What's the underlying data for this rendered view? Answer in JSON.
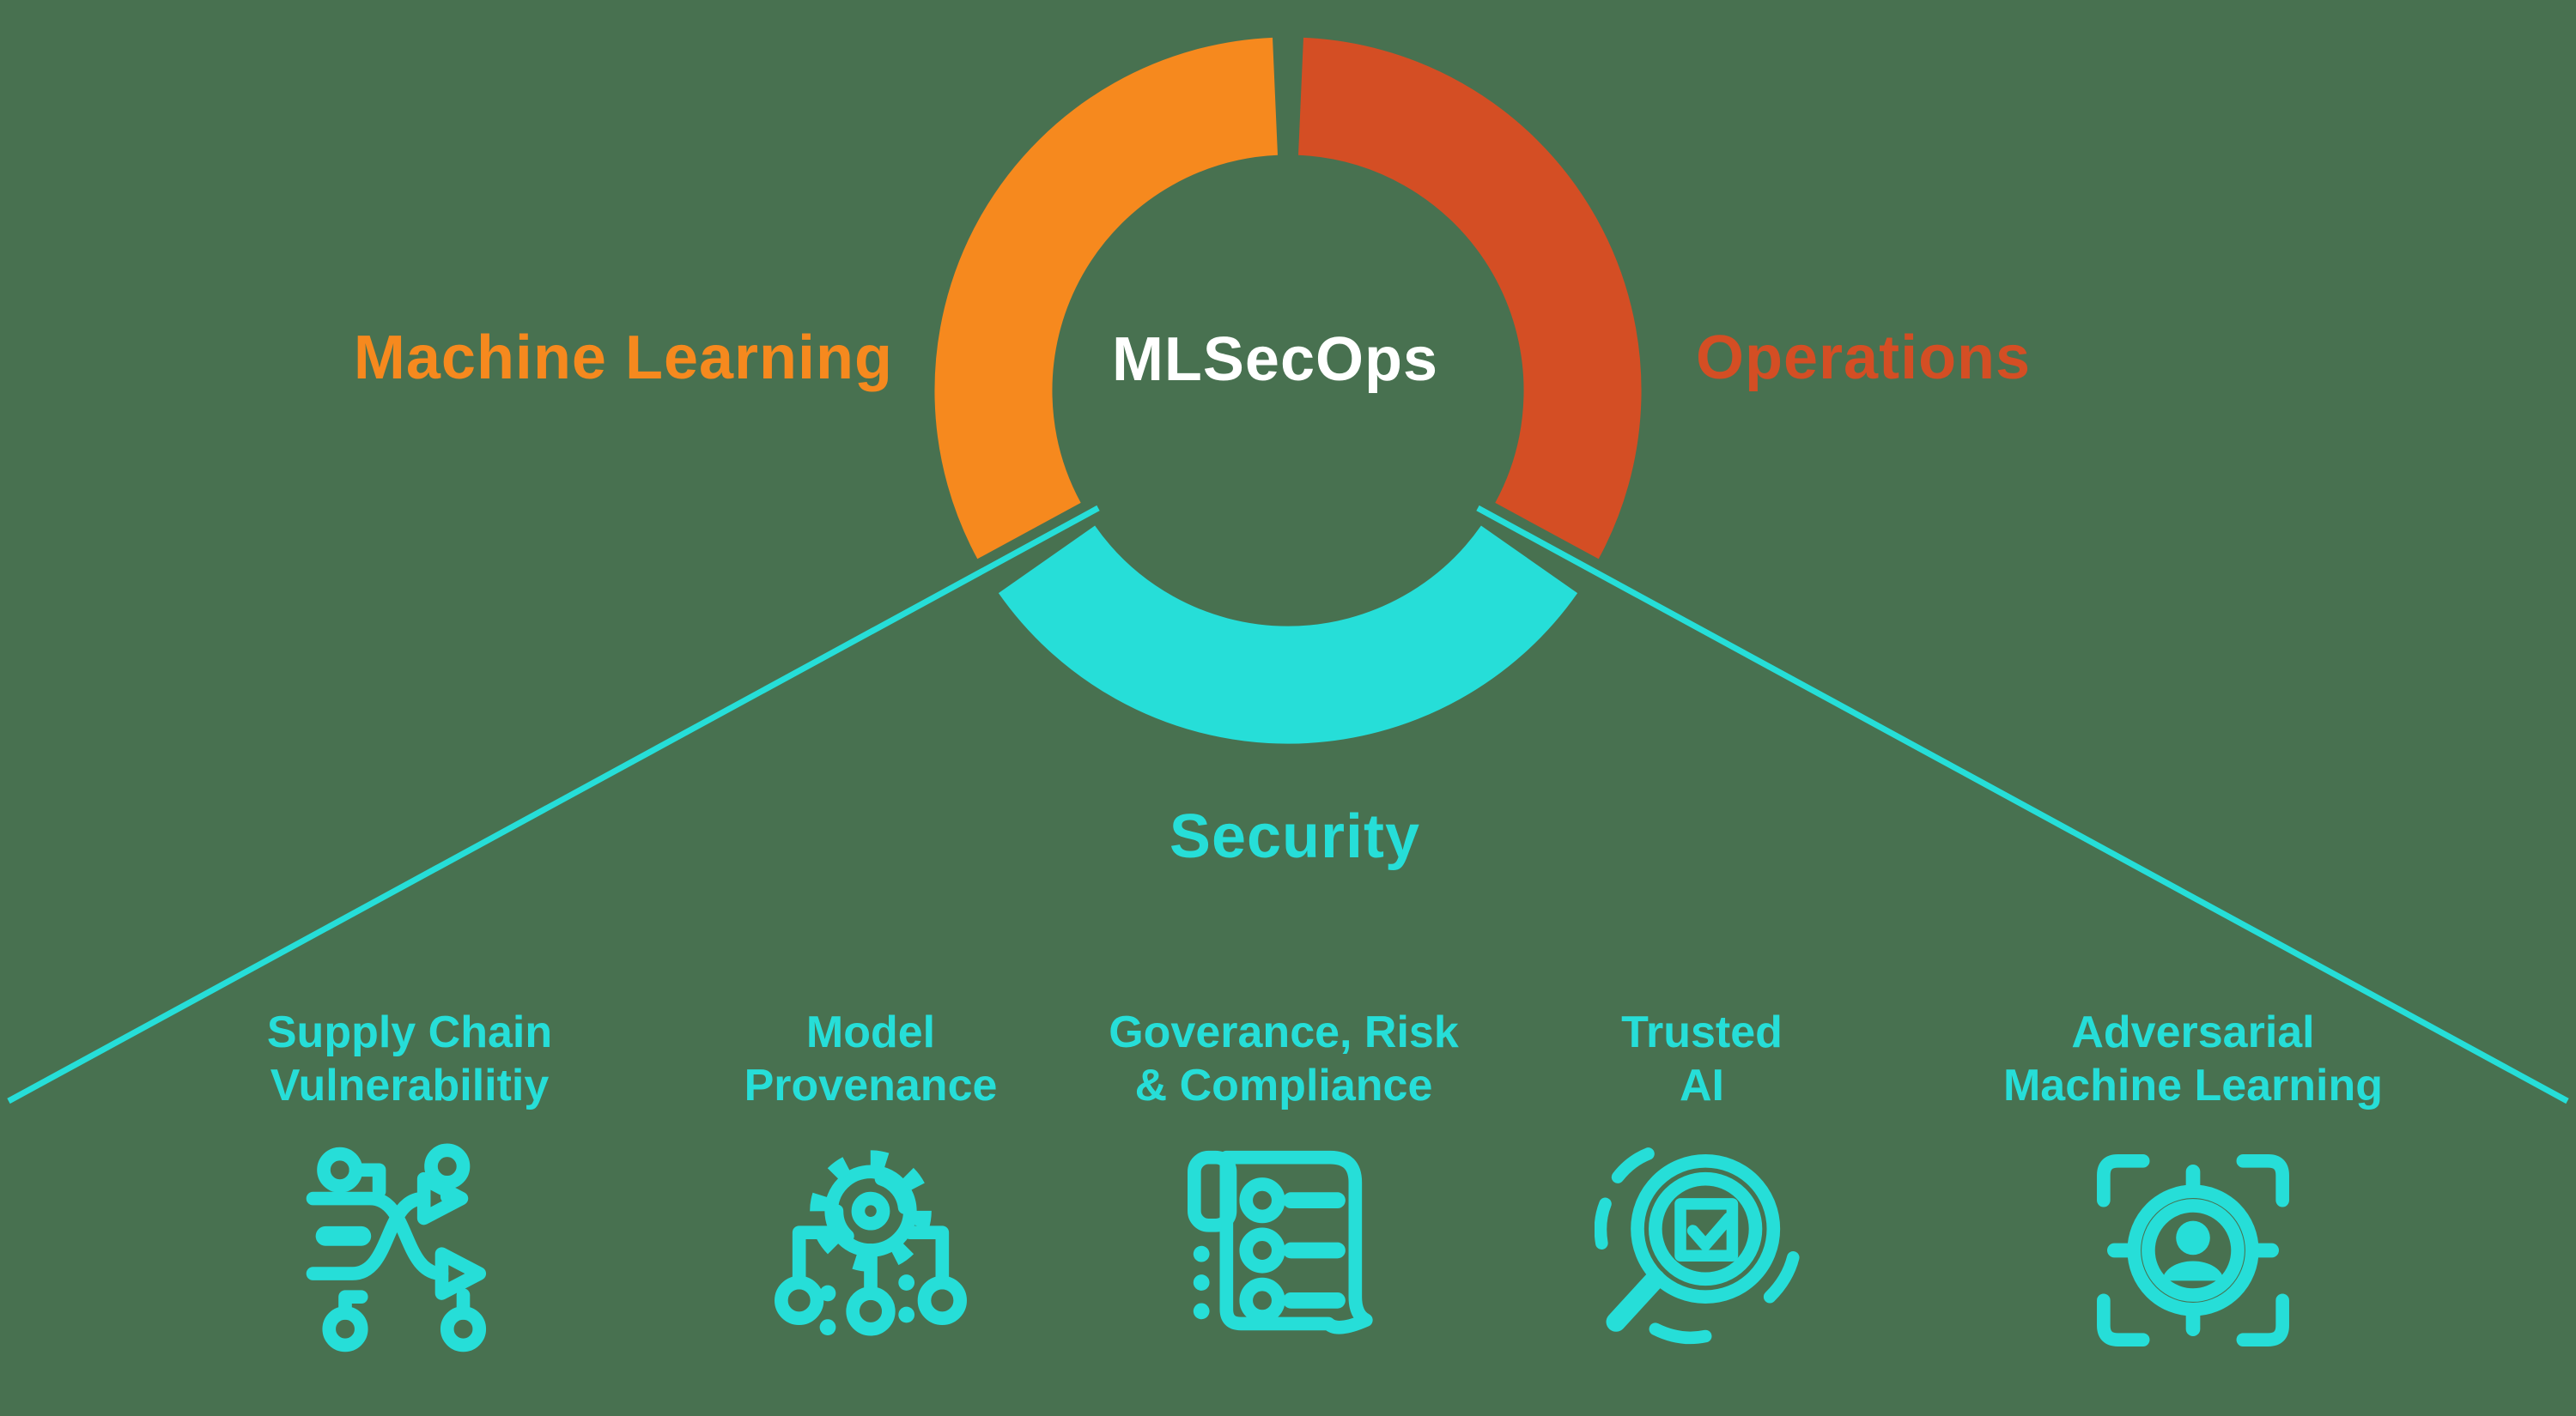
{
  "title": "MLSecOps",
  "colors": {
    "background": "#487150",
    "orange": "#F6891E",
    "red": "#D44E24",
    "cyan": "#26DED8",
    "white": "#FFFFFF",
    "line": "#26DED8"
  },
  "donut": {
    "center_label": "MLSecOps",
    "segments": [
      {
        "label": "Machine Learning",
        "color": "#F6891E",
        "position": "upper-left"
      },
      {
        "label": "Operations",
        "color": "#D44E24",
        "position": "upper-right"
      },
      {
        "label": "Security",
        "color": "#26DED8",
        "position": "bottom"
      }
    ]
  },
  "categories": [
    {
      "line1": "Supply Chain",
      "line2": "Vulnerabilitiy",
      "icon": "supply-chain-icon"
    },
    {
      "line1": "Model",
      "line2": "Provenance",
      "icon": "model-provenance-icon"
    },
    {
      "line1": "Goverance, Risk",
      "line2": "& Compliance",
      "icon": "checklist-icon"
    },
    {
      "line1": "Trusted",
      "line2": "AI",
      "icon": "magnifier-check-icon"
    },
    {
      "line1": "Adversarial",
      "line2": "Machine Learning",
      "icon": "target-user-icon"
    }
  ]
}
